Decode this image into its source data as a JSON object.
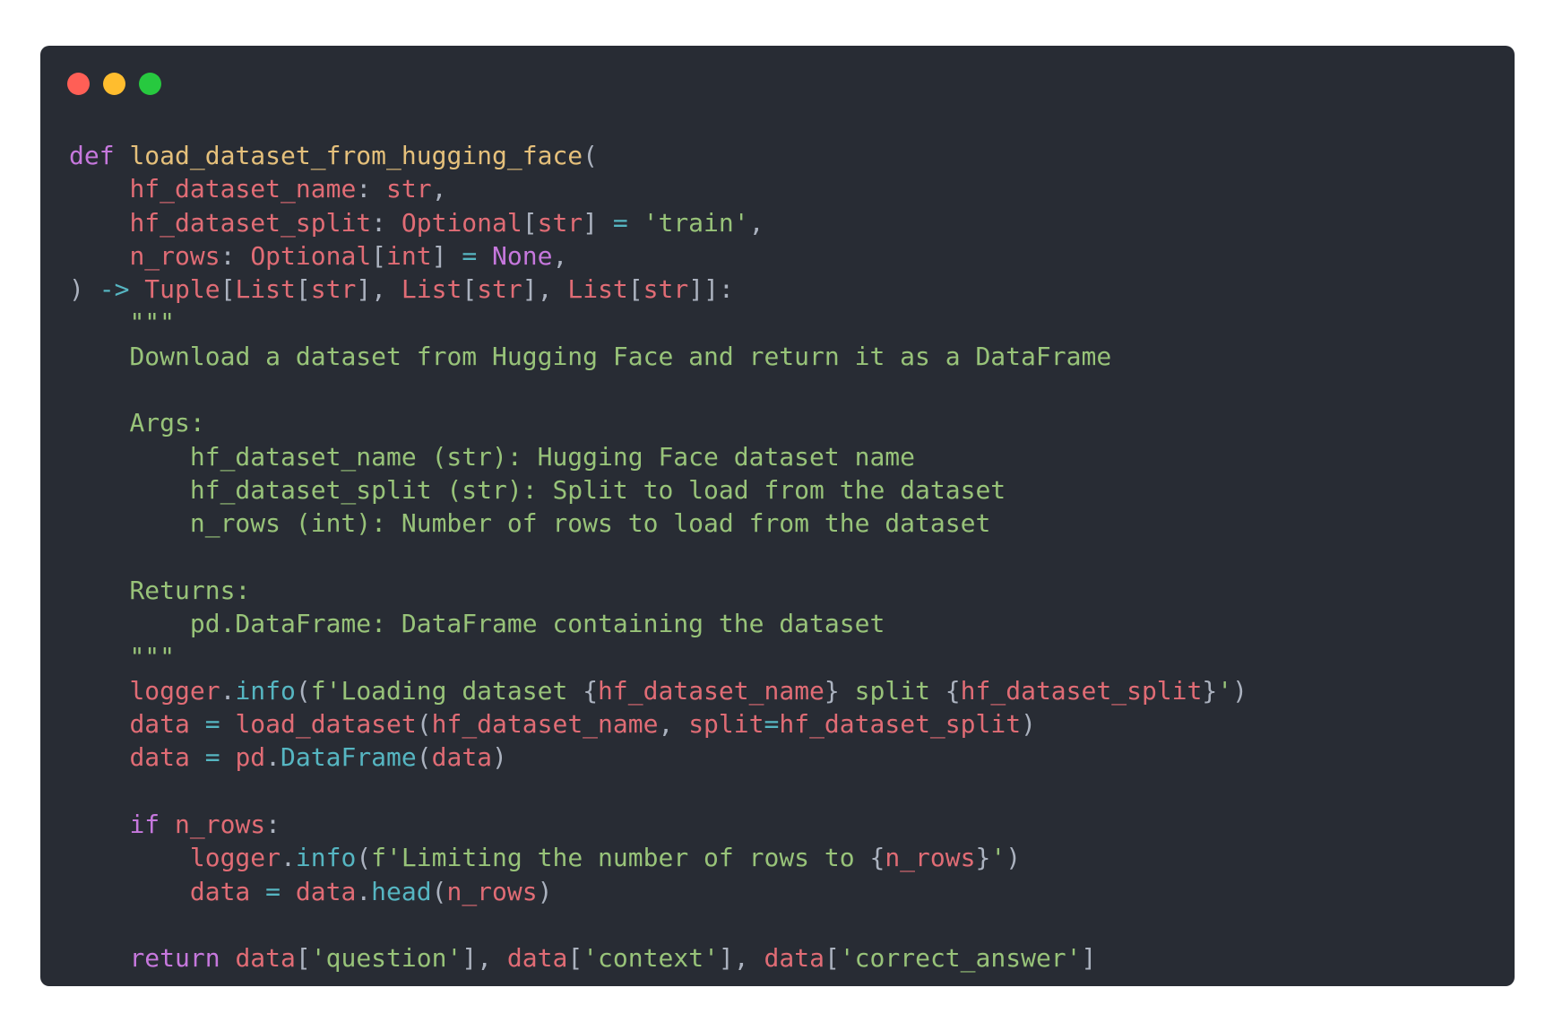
{
  "window": {
    "controls": [
      {
        "name": "close",
        "color": "#ff5f56"
      },
      {
        "name": "minimize",
        "color": "#ffbd2e"
      },
      {
        "name": "maximize",
        "color": "#27c93f"
      }
    ],
    "background": "#282c34"
  },
  "theme": {
    "keyword": "#c678dd",
    "function": "#e5c07b",
    "variable": "#e06c75",
    "string": "#98c379",
    "operator": "#56b6c2",
    "punctuation": "#abb2bf"
  },
  "code": {
    "language": "python",
    "lines": [
      [
        [
          "kw",
          "def"
        ],
        [
          "pn",
          " "
        ],
        [
          "fn",
          "load_dataset_from_hugging_face"
        ],
        [
          "pn",
          "("
        ]
      ],
      [
        [
          "pn",
          "    "
        ],
        [
          "var",
          "hf_dataset_name"
        ],
        [
          "pn",
          ": "
        ],
        [
          "var",
          "str"
        ],
        [
          "pn",
          ","
        ]
      ],
      [
        [
          "pn",
          "    "
        ],
        [
          "var",
          "hf_dataset_split"
        ],
        [
          "pn",
          ": "
        ],
        [
          "var",
          "Optional"
        ],
        [
          "pn",
          "["
        ],
        [
          "var",
          "str"
        ],
        [
          "pn",
          "] "
        ],
        [
          "op",
          "="
        ],
        [
          "pn",
          " "
        ],
        [
          "str",
          "'train'"
        ],
        [
          "pn",
          ","
        ]
      ],
      [
        [
          "pn",
          "    "
        ],
        [
          "var",
          "n_rows"
        ],
        [
          "pn",
          ": "
        ],
        [
          "var",
          "Optional"
        ],
        [
          "pn",
          "["
        ],
        [
          "var",
          "int"
        ],
        [
          "pn",
          "] "
        ],
        [
          "op",
          "="
        ],
        [
          "pn",
          " "
        ],
        [
          "kw",
          "None"
        ],
        [
          "pn",
          ","
        ]
      ],
      [
        [
          "pn",
          ") "
        ],
        [
          "op",
          "->"
        ],
        [
          "pn",
          " "
        ],
        [
          "var",
          "Tuple"
        ],
        [
          "pn",
          "["
        ],
        [
          "var",
          "List"
        ],
        [
          "pn",
          "["
        ],
        [
          "var",
          "str"
        ],
        [
          "pn",
          "], "
        ],
        [
          "var",
          "List"
        ],
        [
          "pn",
          "["
        ],
        [
          "var",
          "str"
        ],
        [
          "pn",
          "], "
        ],
        [
          "var",
          "List"
        ],
        [
          "pn",
          "["
        ],
        [
          "var",
          "str"
        ],
        [
          "pn",
          "]]:"
        ]
      ],
      [
        [
          "pn",
          "    "
        ],
        [
          "str",
          "\"\"\""
        ]
      ],
      [
        [
          "pn",
          "    "
        ],
        [
          "str",
          "Download a dataset from Hugging Face and return it as a DataFrame"
        ]
      ],
      [],
      [
        [
          "pn",
          "    "
        ],
        [
          "str",
          "Args:"
        ]
      ],
      [
        [
          "pn",
          "        "
        ],
        [
          "str",
          "hf_dataset_name (str): Hugging Face dataset name"
        ]
      ],
      [
        [
          "pn",
          "        "
        ],
        [
          "str",
          "hf_dataset_split (str): Split to load from the dataset"
        ]
      ],
      [
        [
          "pn",
          "        "
        ],
        [
          "str",
          "n_rows (int): Number of rows to load from the dataset"
        ]
      ],
      [],
      [
        [
          "pn",
          "    "
        ],
        [
          "str",
          "Returns:"
        ]
      ],
      [
        [
          "pn",
          "        "
        ],
        [
          "str",
          "pd.DataFrame: DataFrame containing the dataset"
        ]
      ],
      [
        [
          "pn",
          "    "
        ],
        [
          "str",
          "\"\"\""
        ]
      ],
      [
        [
          "pn",
          "    "
        ],
        [
          "var",
          "logger"
        ],
        [
          "pn",
          "."
        ],
        [
          "op",
          "info"
        ],
        [
          "pn",
          "("
        ],
        [
          "str",
          "f'Loading dataset "
        ],
        [
          "pn",
          "{"
        ],
        [
          "var",
          "hf_dataset_name"
        ],
        [
          "pn",
          "}"
        ],
        [
          "str",
          " split "
        ],
        [
          "pn",
          "{"
        ],
        [
          "var",
          "hf_dataset_split"
        ],
        [
          "pn",
          "}"
        ],
        [
          "str",
          "'"
        ],
        [
          "pn",
          ")"
        ]
      ],
      [
        [
          "pn",
          "    "
        ],
        [
          "var",
          "data"
        ],
        [
          "pn",
          " "
        ],
        [
          "op",
          "="
        ],
        [
          "pn",
          " "
        ],
        [
          "var",
          "load_dataset"
        ],
        [
          "pn",
          "("
        ],
        [
          "var",
          "hf_dataset_name"
        ],
        [
          "pn",
          ", "
        ],
        [
          "var",
          "split"
        ],
        [
          "op",
          "="
        ],
        [
          "var",
          "hf_dataset_split"
        ],
        [
          "pn",
          ")"
        ]
      ],
      [
        [
          "pn",
          "    "
        ],
        [
          "var",
          "data"
        ],
        [
          "pn",
          " "
        ],
        [
          "op",
          "="
        ],
        [
          "pn",
          " "
        ],
        [
          "var",
          "pd"
        ],
        [
          "pn",
          "."
        ],
        [
          "op",
          "DataFrame"
        ],
        [
          "pn",
          "("
        ],
        [
          "var",
          "data"
        ],
        [
          "pn",
          ")"
        ]
      ],
      [],
      [
        [
          "pn",
          "    "
        ],
        [
          "kw",
          "if"
        ],
        [
          "pn",
          " "
        ],
        [
          "var",
          "n_rows"
        ],
        [
          "pn",
          ":"
        ]
      ],
      [
        [
          "pn",
          "        "
        ],
        [
          "var",
          "logger"
        ],
        [
          "pn",
          "."
        ],
        [
          "op",
          "info"
        ],
        [
          "pn",
          "("
        ],
        [
          "str",
          "f'Limiting the number of rows to "
        ],
        [
          "pn",
          "{"
        ],
        [
          "var",
          "n_rows"
        ],
        [
          "pn",
          "}"
        ],
        [
          "str",
          "'"
        ],
        [
          "pn",
          ")"
        ]
      ],
      [
        [
          "pn",
          "        "
        ],
        [
          "var",
          "data"
        ],
        [
          "pn",
          " "
        ],
        [
          "op",
          "="
        ],
        [
          "pn",
          " "
        ],
        [
          "var",
          "data"
        ],
        [
          "pn",
          "."
        ],
        [
          "op",
          "head"
        ],
        [
          "pn",
          "("
        ],
        [
          "var",
          "n_rows"
        ],
        [
          "pn",
          ")"
        ]
      ],
      [],
      [
        [
          "pn",
          "    "
        ],
        [
          "kw",
          "return"
        ],
        [
          "pn",
          " "
        ],
        [
          "var",
          "data"
        ],
        [
          "pn",
          "["
        ],
        [
          "str",
          "'question'"
        ],
        [
          "pn",
          "], "
        ],
        [
          "var",
          "data"
        ],
        [
          "pn",
          "["
        ],
        [
          "str",
          "'context'"
        ],
        [
          "pn",
          "], "
        ],
        [
          "var",
          "data"
        ],
        [
          "pn",
          "["
        ],
        [
          "str",
          "'correct_answer'"
        ],
        [
          "pn",
          "]"
        ]
      ]
    ]
  }
}
